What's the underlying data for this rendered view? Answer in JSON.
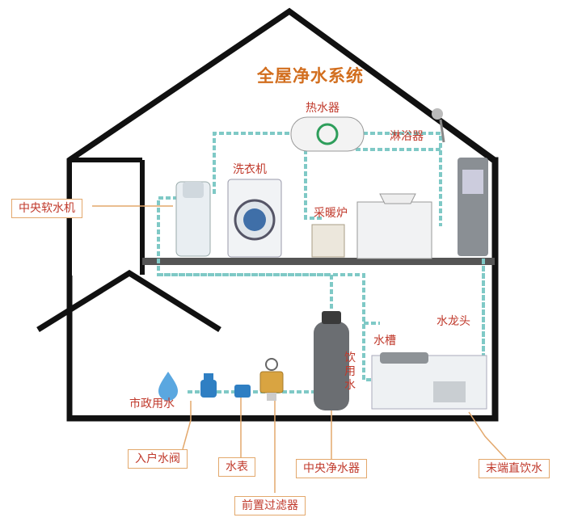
{
  "title": "全屋净水系统",
  "labels": {
    "water_heater": "热水器",
    "shower": "淋浴器",
    "washing_machine": "洗衣机",
    "radiator": "采暖炉",
    "sink": "水槽",
    "faucet": "水龙头",
    "drinking_water": "饮用水",
    "municipal_water": "市政用水"
  },
  "callouts": {
    "softener": "中央软水机",
    "inlet_valve": "入户水阀",
    "water_meter": "水表",
    "pre_filter": "前置过滤器",
    "central_purifier": "中央净水器",
    "terminal_drinker": "末端直饮水"
  },
  "colors": {
    "house_outline": "#111111",
    "pipe": "#7fc9c6",
    "label_text": "#c0392b",
    "title_text": "#d26e1e",
    "callout_border": "#e3a86c",
    "arrow": "#2e9e5b"
  }
}
